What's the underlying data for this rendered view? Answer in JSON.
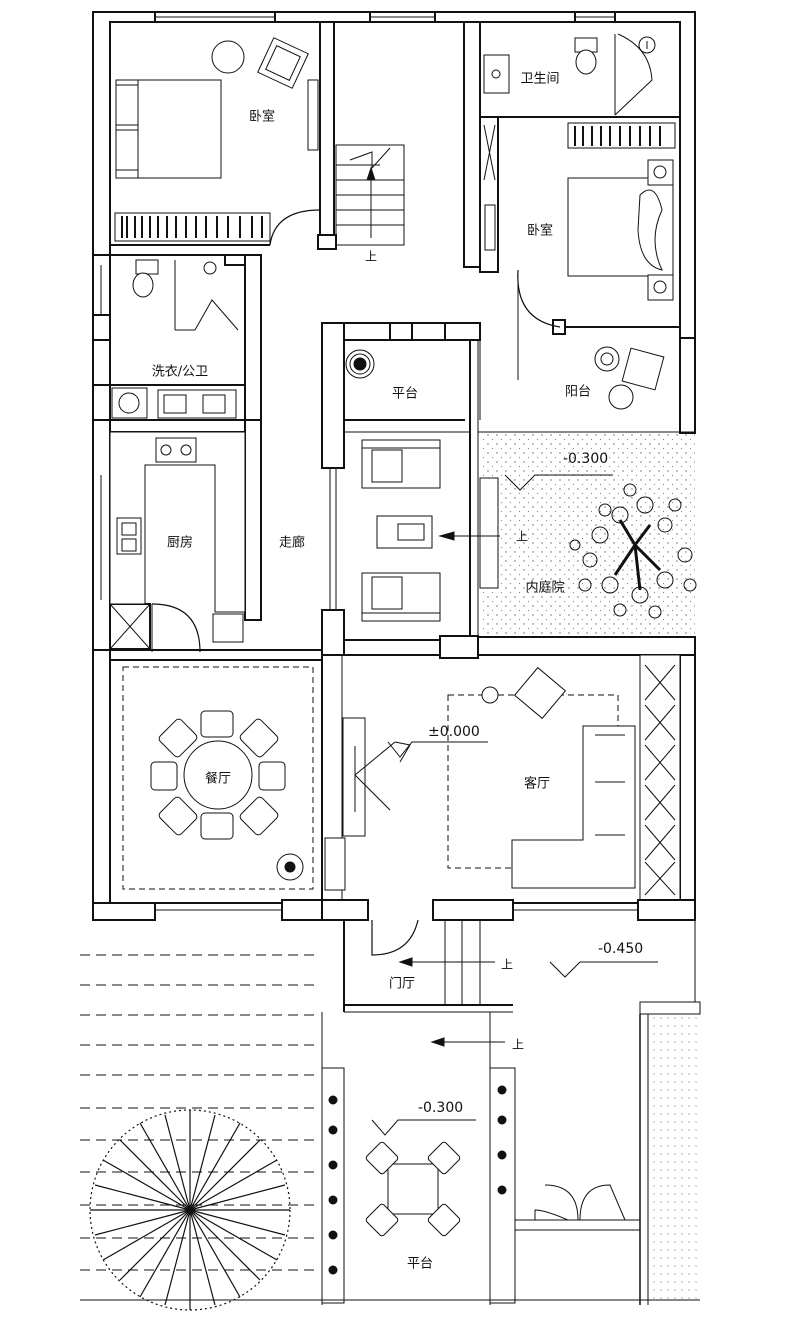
{
  "rooms": {
    "bedroom_1": "卧室",
    "bedroom_2": "卧室",
    "bathroom": "卫生间",
    "laundry": "洗衣/公卫",
    "kitchen": "厨房",
    "corridor": "走廊",
    "dining": "餐厅",
    "living": "客厅",
    "terrace_upper": "平台",
    "balcony": "阳台",
    "courtyard": "内庭院",
    "foyer": "门厅",
    "terrace_lower": "平台"
  },
  "levels": {
    "courtyard": "-0.300",
    "living": "±0.000",
    "entry": "-0.450",
    "terrace": "-0.300"
  },
  "arrows": {
    "stair": "上",
    "sunroom": "上",
    "foyer": "上",
    "path": "上"
  }
}
